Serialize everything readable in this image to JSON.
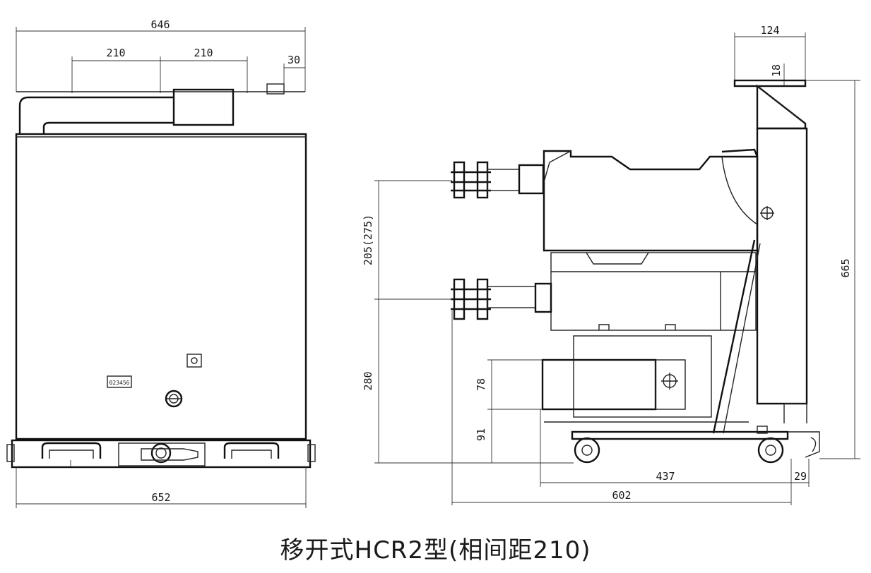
{
  "caption": "移开式HCR2型(相间距210)",
  "front_view": {
    "dim_overall_width_top": "646",
    "dim_pitch_1": "210",
    "dim_pitch_2": "210",
    "dim_small_offset": "30",
    "dim_overall_width_bottom": "652",
    "counter_label": "023456"
  },
  "side_view": {
    "dim_top_width": "124",
    "dim_top_offset": "18",
    "dim_pole_spacing": "205(275)",
    "dim_lower_height": "280",
    "dim_78": "78",
    "dim_91": "91",
    "dim_overall_height": "665",
    "dim_437": "437",
    "dim_29": "29",
    "dim_602": "602"
  }
}
